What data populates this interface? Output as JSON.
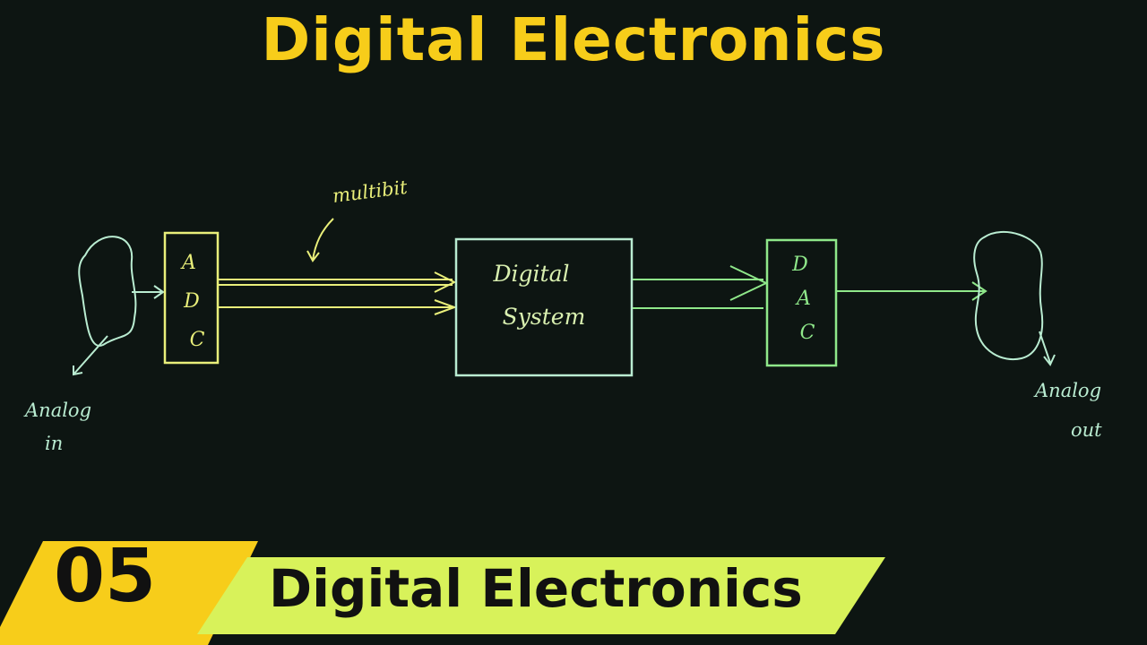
{
  "title": "Digital Electronics",
  "diagram": {
    "adc_letters": [
      "A",
      "D",
      "C"
    ],
    "dac_letters": [
      "D",
      "A",
      "C"
    ],
    "system_line1": "Digital",
    "system_line2": "System",
    "annotation": "multibit",
    "analog_in_line1": "Analog",
    "analog_in_line2": "in",
    "analog_out_line1": "Analog",
    "analog_out_line2": "out"
  },
  "footer": {
    "number": "05",
    "label": "Digital Electronics"
  },
  "colors": {
    "background": "#0d1512",
    "title": "#f7cd1a",
    "badge": "#f7cd1a",
    "banner": "#d8f25a",
    "adc": "#e9ef7a",
    "system": "#b9ecd1",
    "dac": "#8fe88a",
    "labels": "#b9ecd1"
  }
}
